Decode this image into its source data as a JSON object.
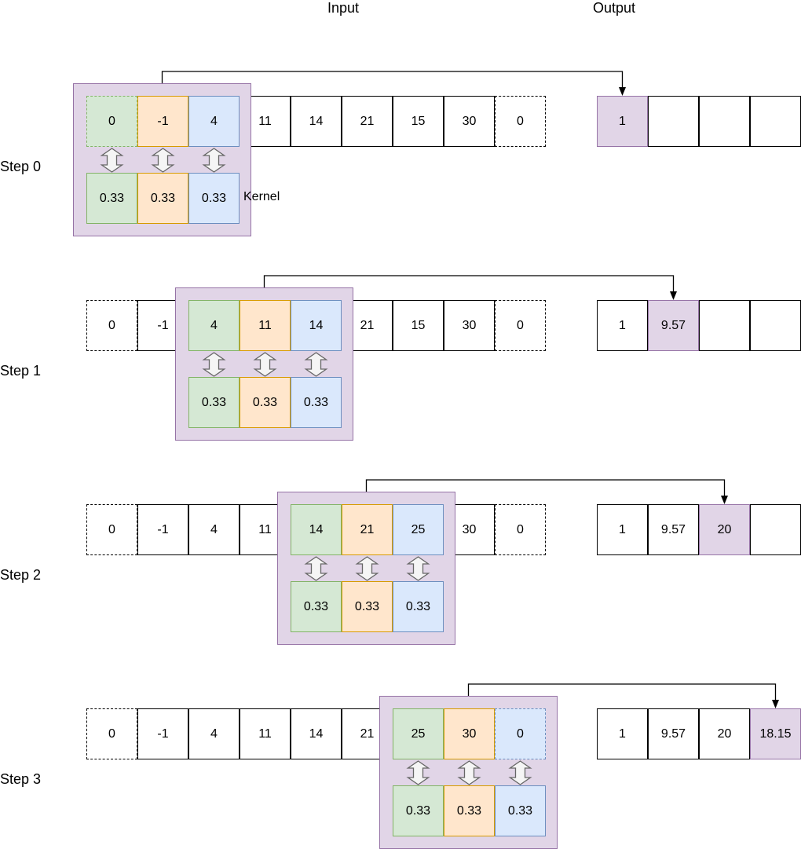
{
  "headers": {
    "input": "Input",
    "output": "Output"
  },
  "kernel_label": "Kernel",
  "colors": {
    "window": "#e1d5e7",
    "window_border": "#9673a6",
    "kernel_fills": [
      "#d5e8d4",
      "#ffe6cc",
      "#dae8fc"
    ],
    "kernel_borders": [
      "#82b366",
      "#d79b00",
      "#6c8ebf"
    ]
  },
  "padding_indices": [
    0,
    8
  ],
  "steps": [
    {
      "label": "Step 0",
      "input": [
        "0",
        "-1",
        "4",
        "11",
        "14",
        "21",
        "15",
        "30",
        "0"
      ],
      "window_start": 0,
      "kernel": [
        "0.33",
        "0.33",
        "0.33"
      ],
      "output": [
        "1",
        "",
        "",
        ""
      ],
      "active_output": 0
    },
    {
      "label": "Step 1",
      "input": [
        "0",
        "-1",
        "4",
        "11",
        "14",
        "21",
        "15",
        "30",
        "0"
      ],
      "window_start": 2,
      "kernel": [
        "0.33",
        "0.33",
        "0.33"
      ],
      "output": [
        "1",
        "9.57",
        "",
        ""
      ],
      "active_output": 1
    },
    {
      "label": "Step 2",
      "input": [
        "0",
        "-1",
        "4",
        "11",
        "14",
        "21",
        "25",
        "30",
        "0"
      ],
      "window_start": 4,
      "kernel": [
        "0.33",
        "0.33",
        "0.33"
      ],
      "output": [
        "1",
        "9.57",
        "20",
        ""
      ],
      "active_output": 2
    },
    {
      "label": "Step 3",
      "input": [
        "0",
        "-1",
        "4",
        "11",
        "14",
        "21",
        "25",
        "30",
        "0"
      ],
      "window_start": 6,
      "kernel": [
        "0.33",
        "0.33",
        "0.33"
      ],
      "output": [
        "1",
        "9.57",
        "20",
        "18.15"
      ],
      "active_output": 3
    }
  ]
}
